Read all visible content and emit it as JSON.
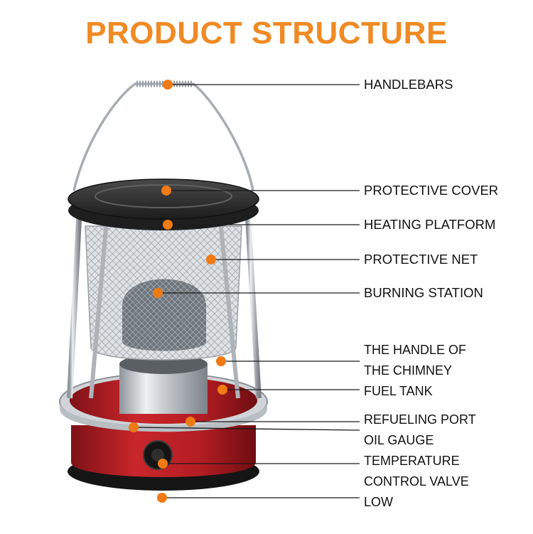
{
  "title": "PRODUCT STRUCTURE",
  "colors": {
    "title": "#f08a24",
    "marker": "#f07a14",
    "leader": "#1a1a1a",
    "tank_red": "#b81d22",
    "metal": "#c9cdd1",
    "cover_black": "#2b2b2b"
  },
  "labels": [
    {
      "text": "HANDLEBARS"
    },
    {
      "text": "PROTECTIVE COVER"
    },
    {
      "text": "HEATING PLATFORM"
    },
    {
      "text": "PROTECTIVE NET"
    },
    {
      "text": "BURNING STATION"
    },
    {
      "text": "THE HANDLE OF"
    },
    {
      "text": "THE CHIMNEY"
    },
    {
      "text": "FUEL TANK"
    },
    {
      "text": "REFUELING PORT"
    },
    {
      "text": "OIL GAUGE"
    },
    {
      "text": "TEMPERATURE"
    },
    {
      "text": "CONTROL VALVE"
    },
    {
      "text": "LOW"
    }
  ]
}
